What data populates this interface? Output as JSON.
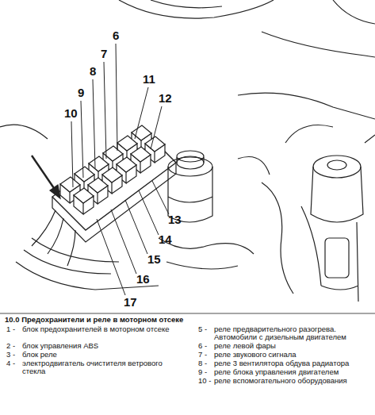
{
  "diagram": {
    "caption": "10.0 Предохранители и реле в моторном отсеке",
    "labels": [
      "6",
      "7",
      "8",
      "9",
      "10",
      "11",
      "12",
      "13",
      "14",
      "15",
      "16",
      "17",
      "1 -",
      "блок предохранителей в моторном отсеке",
      "2 -",
      "блок управления ABS",
      "3 -",
      "блок реле",
      "4 -",
      "электродвигатель очистителя ветрового стекла",
      "5 -",
      "реле предварительного разогрева. Автомобили с дизельным двигателем",
      "6 -",
      "реле левой фары",
      "7 -",
      "реле звукового сигнала",
      "8 -",
      "реле 3 вентилятора обдува радиатора",
      "9 -",
      "реле блока управления двигателем",
      "10 -",
      "реле вспомогательного оборудования"
    ]
  }
}
